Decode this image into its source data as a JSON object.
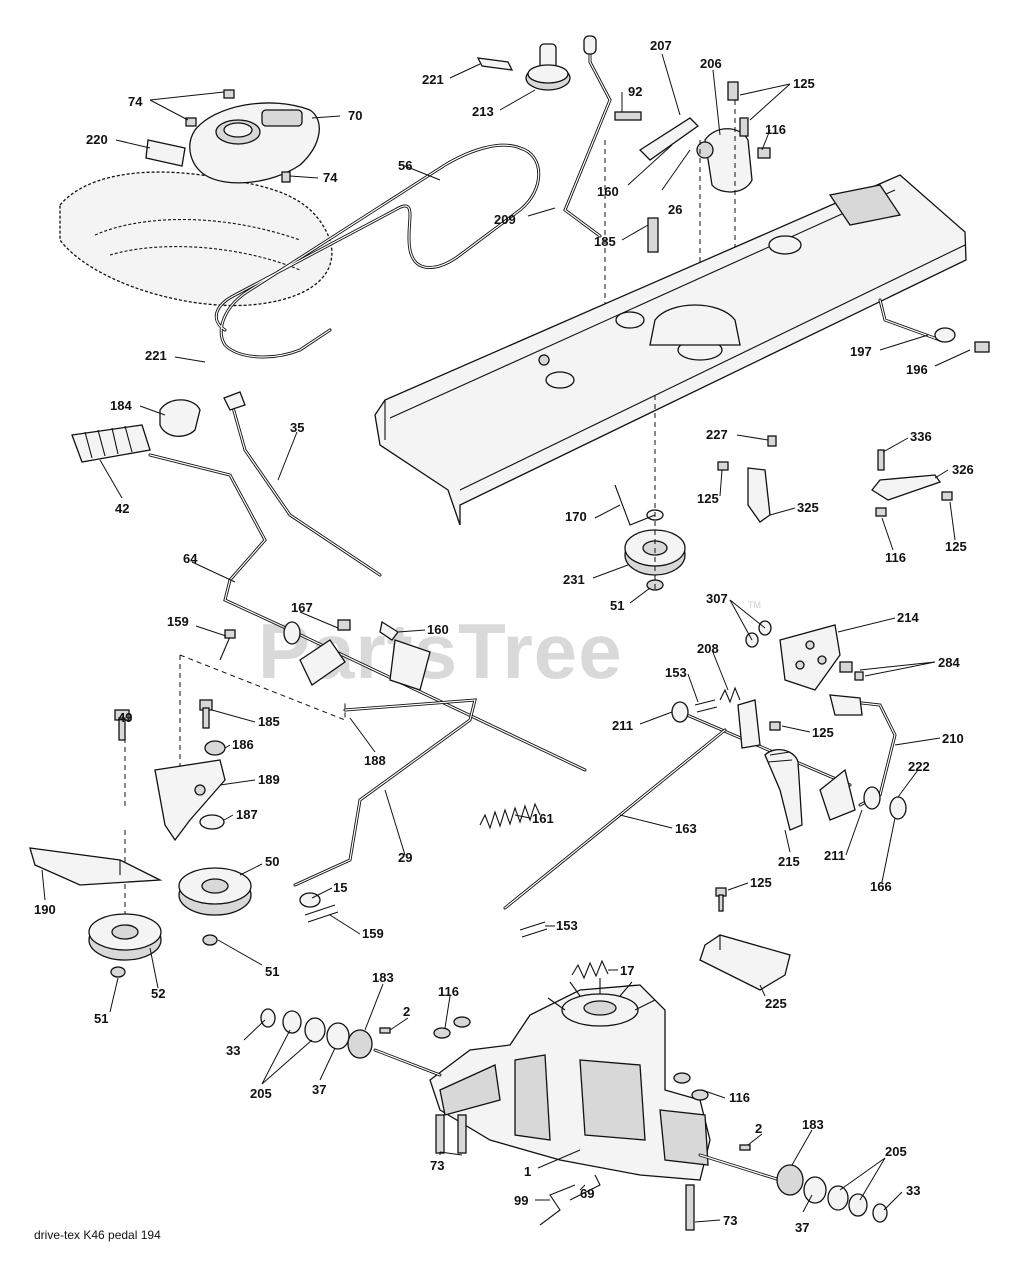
{
  "watermark": "PartsTree",
  "watermark_mark": "TM",
  "footer_code": "drive-tex K46 pedal 194",
  "callouts": [
    {
      "id": "c221a",
      "text": "221"
    },
    {
      "id": "c213",
      "text": "213"
    },
    {
      "id": "c207",
      "text": "207"
    },
    {
      "id": "c206",
      "text": "206"
    },
    {
      "id": "c125a",
      "text": "125"
    },
    {
      "id": "c92",
      "text": "92"
    },
    {
      "id": "c74a",
      "text": "74"
    },
    {
      "id": "c70",
      "text": "70"
    },
    {
      "id": "c116a",
      "text": "116"
    },
    {
      "id": "c220",
      "text": "220"
    },
    {
      "id": "c56",
      "text": "56"
    },
    {
      "id": "c74b",
      "text": "74"
    },
    {
      "id": "c160a",
      "text": "160"
    },
    {
      "id": "c26",
      "text": "26"
    },
    {
      "id": "c209",
      "text": "209"
    },
    {
      "id": "c185a",
      "text": "185"
    },
    {
      "id": "c197",
      "text": "197"
    },
    {
      "id": "c196",
      "text": "196"
    },
    {
      "id": "c221b",
      "text": "221"
    },
    {
      "id": "c184",
      "text": "184"
    },
    {
      "id": "c35",
      "text": "35"
    },
    {
      "id": "c227",
      "text": "227"
    },
    {
      "id": "c336",
      "text": "336"
    },
    {
      "id": "c326",
      "text": "326"
    },
    {
      "id": "c42",
      "text": "42"
    },
    {
      "id": "c125b",
      "text": "125"
    },
    {
      "id": "c325",
      "text": "325"
    },
    {
      "id": "c170",
      "text": "170"
    },
    {
      "id": "c116b",
      "text": "116"
    },
    {
      "id": "c125c",
      "text": "125"
    },
    {
      "id": "c64",
      "text": "64"
    },
    {
      "id": "c231",
      "text": "231"
    },
    {
      "id": "c51a",
      "text": "51"
    },
    {
      "id": "c167",
      "text": "167"
    },
    {
      "id": "c307",
      "text": "307"
    },
    {
      "id": "c214",
      "text": "214"
    },
    {
      "id": "c159a",
      "text": "159"
    },
    {
      "id": "c160b",
      "text": "160"
    },
    {
      "id": "c284",
      "text": "284"
    },
    {
      "id": "c208",
      "text": "208"
    },
    {
      "id": "c153a",
      "text": "153"
    },
    {
      "id": "c185b",
      "text": "185"
    },
    {
      "id": "c49",
      "text": "49"
    },
    {
      "id": "c211a",
      "text": "211"
    },
    {
      "id": "c125d",
      "text": "125"
    },
    {
      "id": "c210",
      "text": "210"
    },
    {
      "id": "c186",
      "text": "186"
    },
    {
      "id": "c188",
      "text": "188"
    },
    {
      "id": "c189",
      "text": "189"
    },
    {
      "id": "c222",
      "text": "222"
    },
    {
      "id": "c187",
      "text": "187"
    },
    {
      "id": "c161",
      "text": "161"
    },
    {
      "id": "c163",
      "text": "163"
    },
    {
      "id": "c29",
      "text": "29"
    },
    {
      "id": "c215",
      "text": "215"
    },
    {
      "id": "c211b",
      "text": "211"
    },
    {
      "id": "c166",
      "text": "166"
    },
    {
      "id": "c50",
      "text": "50"
    },
    {
      "id": "c190",
      "text": "190"
    },
    {
      "id": "c15",
      "text": "15"
    },
    {
      "id": "c125e",
      "text": "125"
    },
    {
      "id": "c159b",
      "text": "159"
    },
    {
      "id": "c153b",
      "text": "153"
    },
    {
      "id": "c51b",
      "text": "51"
    },
    {
      "id": "c52",
      "text": "52"
    },
    {
      "id": "c225",
      "text": "225"
    },
    {
      "id": "c17",
      "text": "17"
    },
    {
      "id": "c51c",
      "text": "51"
    },
    {
      "id": "c183a",
      "text": "183"
    },
    {
      "id": "c116c",
      "text": "116"
    },
    {
      "id": "c2a",
      "text": "2"
    },
    {
      "id": "c33a",
      "text": "33"
    },
    {
      "id": "c205a",
      "text": "205"
    },
    {
      "id": "c37a",
      "text": "37"
    },
    {
      "id": "c116d",
      "text": "116"
    },
    {
      "id": "c183b",
      "text": "183"
    },
    {
      "id": "c2b",
      "text": "2"
    },
    {
      "id": "c205b",
      "text": "205"
    },
    {
      "id": "c1",
      "text": "1"
    },
    {
      "id": "c73a",
      "text": "73"
    },
    {
      "id": "c99",
      "text": "99"
    },
    {
      "id": "c69",
      "text": "69"
    },
    {
      "id": "c33b",
      "text": "33"
    },
    {
      "id": "c73b",
      "text": "73"
    },
    {
      "id": "c37b",
      "text": "37"
    }
  ]
}
